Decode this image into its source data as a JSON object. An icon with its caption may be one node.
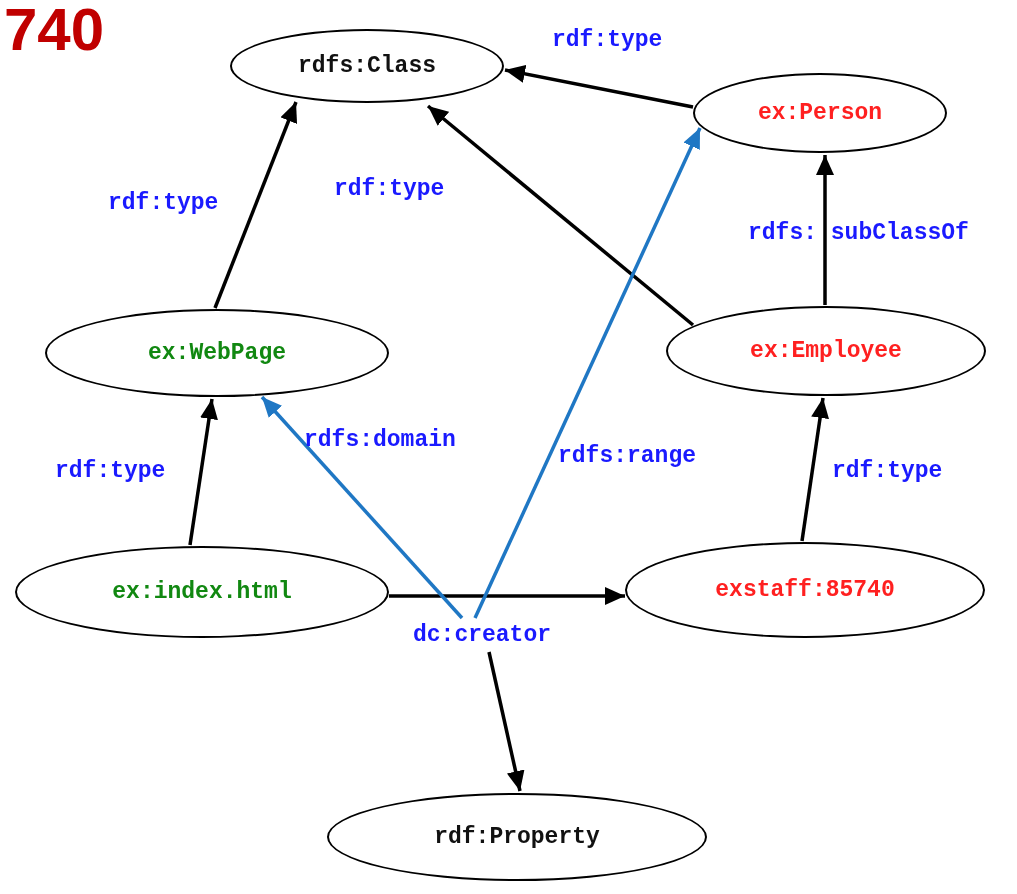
{
  "diagram": {
    "nodes": [
      {
        "text": [
          "rdfs:Class"
        ]
      },
      {
        "text": [
          "ex:Person"
        ]
      },
      {
        "text": [
          "ex:WebPage"
        ]
      },
      {
        "text": [
          "ex:Employee"
        ]
      },
      {
        "text": [
          "ex:index.html"
        ]
      },
      {
        "text": [
          "exstaff:85740"
        ]
      },
      {
        "text": [
          "dc:creator"
        ]
      },
      {
        "text": [
          "rdf:Property"
        ]
      }
    ],
    "edges": [
      {
        "from": 1,
        "to": 0,
        "arrow": "to",
        "label": "rdf:type"
      },
      {
        "from": 3,
        "to": 0,
        "arrow": "to",
        "label": "rdf:type"
      },
      {
        "from": 2,
        "to": 0,
        "arrow": "to",
        "label": "rdf:type"
      },
      {
        "from": 3,
        "to": 1,
        "arrow": "to",
        "label": "rdfs: subClassOf"
      },
      {
        "from": 4,
        "to": 2,
        "arrow": "to",
        "label": "rdf:type"
      },
      {
        "from": 5,
        "to": 3,
        "arrow": "to",
        "label": "rdf:type"
      },
      {
        "from": 4,
        "to": 5,
        "arrow": "to"
      },
      {
        "from": 6,
        "to": 2,
        "arrow": "to",
        "label": "rdfs:domain",
        "color": "#1f77c4"
      },
      {
        "from": 6,
        "to": 1,
        "arrow": "to",
        "label": "rdfs:range",
        "color": "#1f77c4"
      },
      {
        "from": 6,
        "to": 7,
        "arrow": "to"
      }
    ],
    "labels": [
      "740"
    ]
  }
}
